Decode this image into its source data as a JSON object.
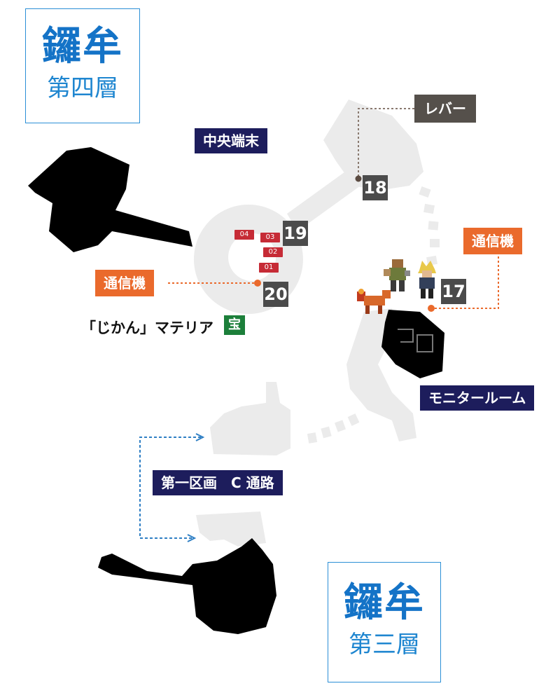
{
  "floor_top": {
    "name": "鑼牟",
    "floor": "第四層"
  },
  "floor_bottom": {
    "name": "鑼牟",
    "floor": "第三層"
  },
  "labels": {
    "central_terminal": "中央端末",
    "lever": "レバー",
    "comm_left": "通信機",
    "comm_right": "通信機",
    "monitor_room": "モニタールーム",
    "passage": "第一区画　C 通路",
    "materia": "「じかん」マテリア",
    "treasure": "宝"
  },
  "numbers": {
    "n17": "17",
    "n18": "18",
    "n19": "19",
    "n20": "20"
  },
  "tags": {
    "t01": "01",
    "t02": "02",
    "t03": "03",
    "t04": "04"
  },
  "colors": {
    "navy": "#1d1d5c",
    "orange": "#ea6a2c",
    "brown": "#55504b",
    "number_box": "#4b4b4b",
    "tag_red": "#c62b36",
    "treasure_green": "#1c7f3a",
    "floor_blue": "#1473c7",
    "map_floor": "#ebebeb",
    "blocked_area": "#000000",
    "link_blue": "#2f7fc4"
  },
  "icons": [
    "party-sprite-barret",
    "party-sprite-cloud",
    "party-sprite-red-xiii"
  ]
}
